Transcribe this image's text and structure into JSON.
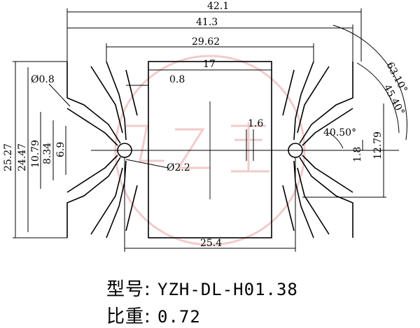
{
  "dimensions": {
    "overall_width": "42.1",
    "inner_width": "41.3",
    "mid_width": "29.62",
    "core_width": "17",
    "wall": "0.8",
    "slot": "1.6",
    "root_span": "25.4",
    "total_height": "25.27",
    "height_2": "24.47",
    "height_3": "10.79",
    "height_4": "8.34",
    "height_5": "6.9",
    "right_height": "12.79",
    "right_small": "1.8",
    "fin_tip": "Ø0.8",
    "root_hole": "Ø2.2",
    "angle_1": "63.10°",
    "angle_2": "45.40°",
    "angle_3": "40.50°"
  },
  "caption": {
    "model_label": "型号:",
    "model_value": "YZH-DL-H01.38",
    "ratio_label": "比重:",
    "ratio_value": "0.72"
  },
  "colors": {
    "line": "#000000",
    "watermark": "#e8a0a0"
  }
}
